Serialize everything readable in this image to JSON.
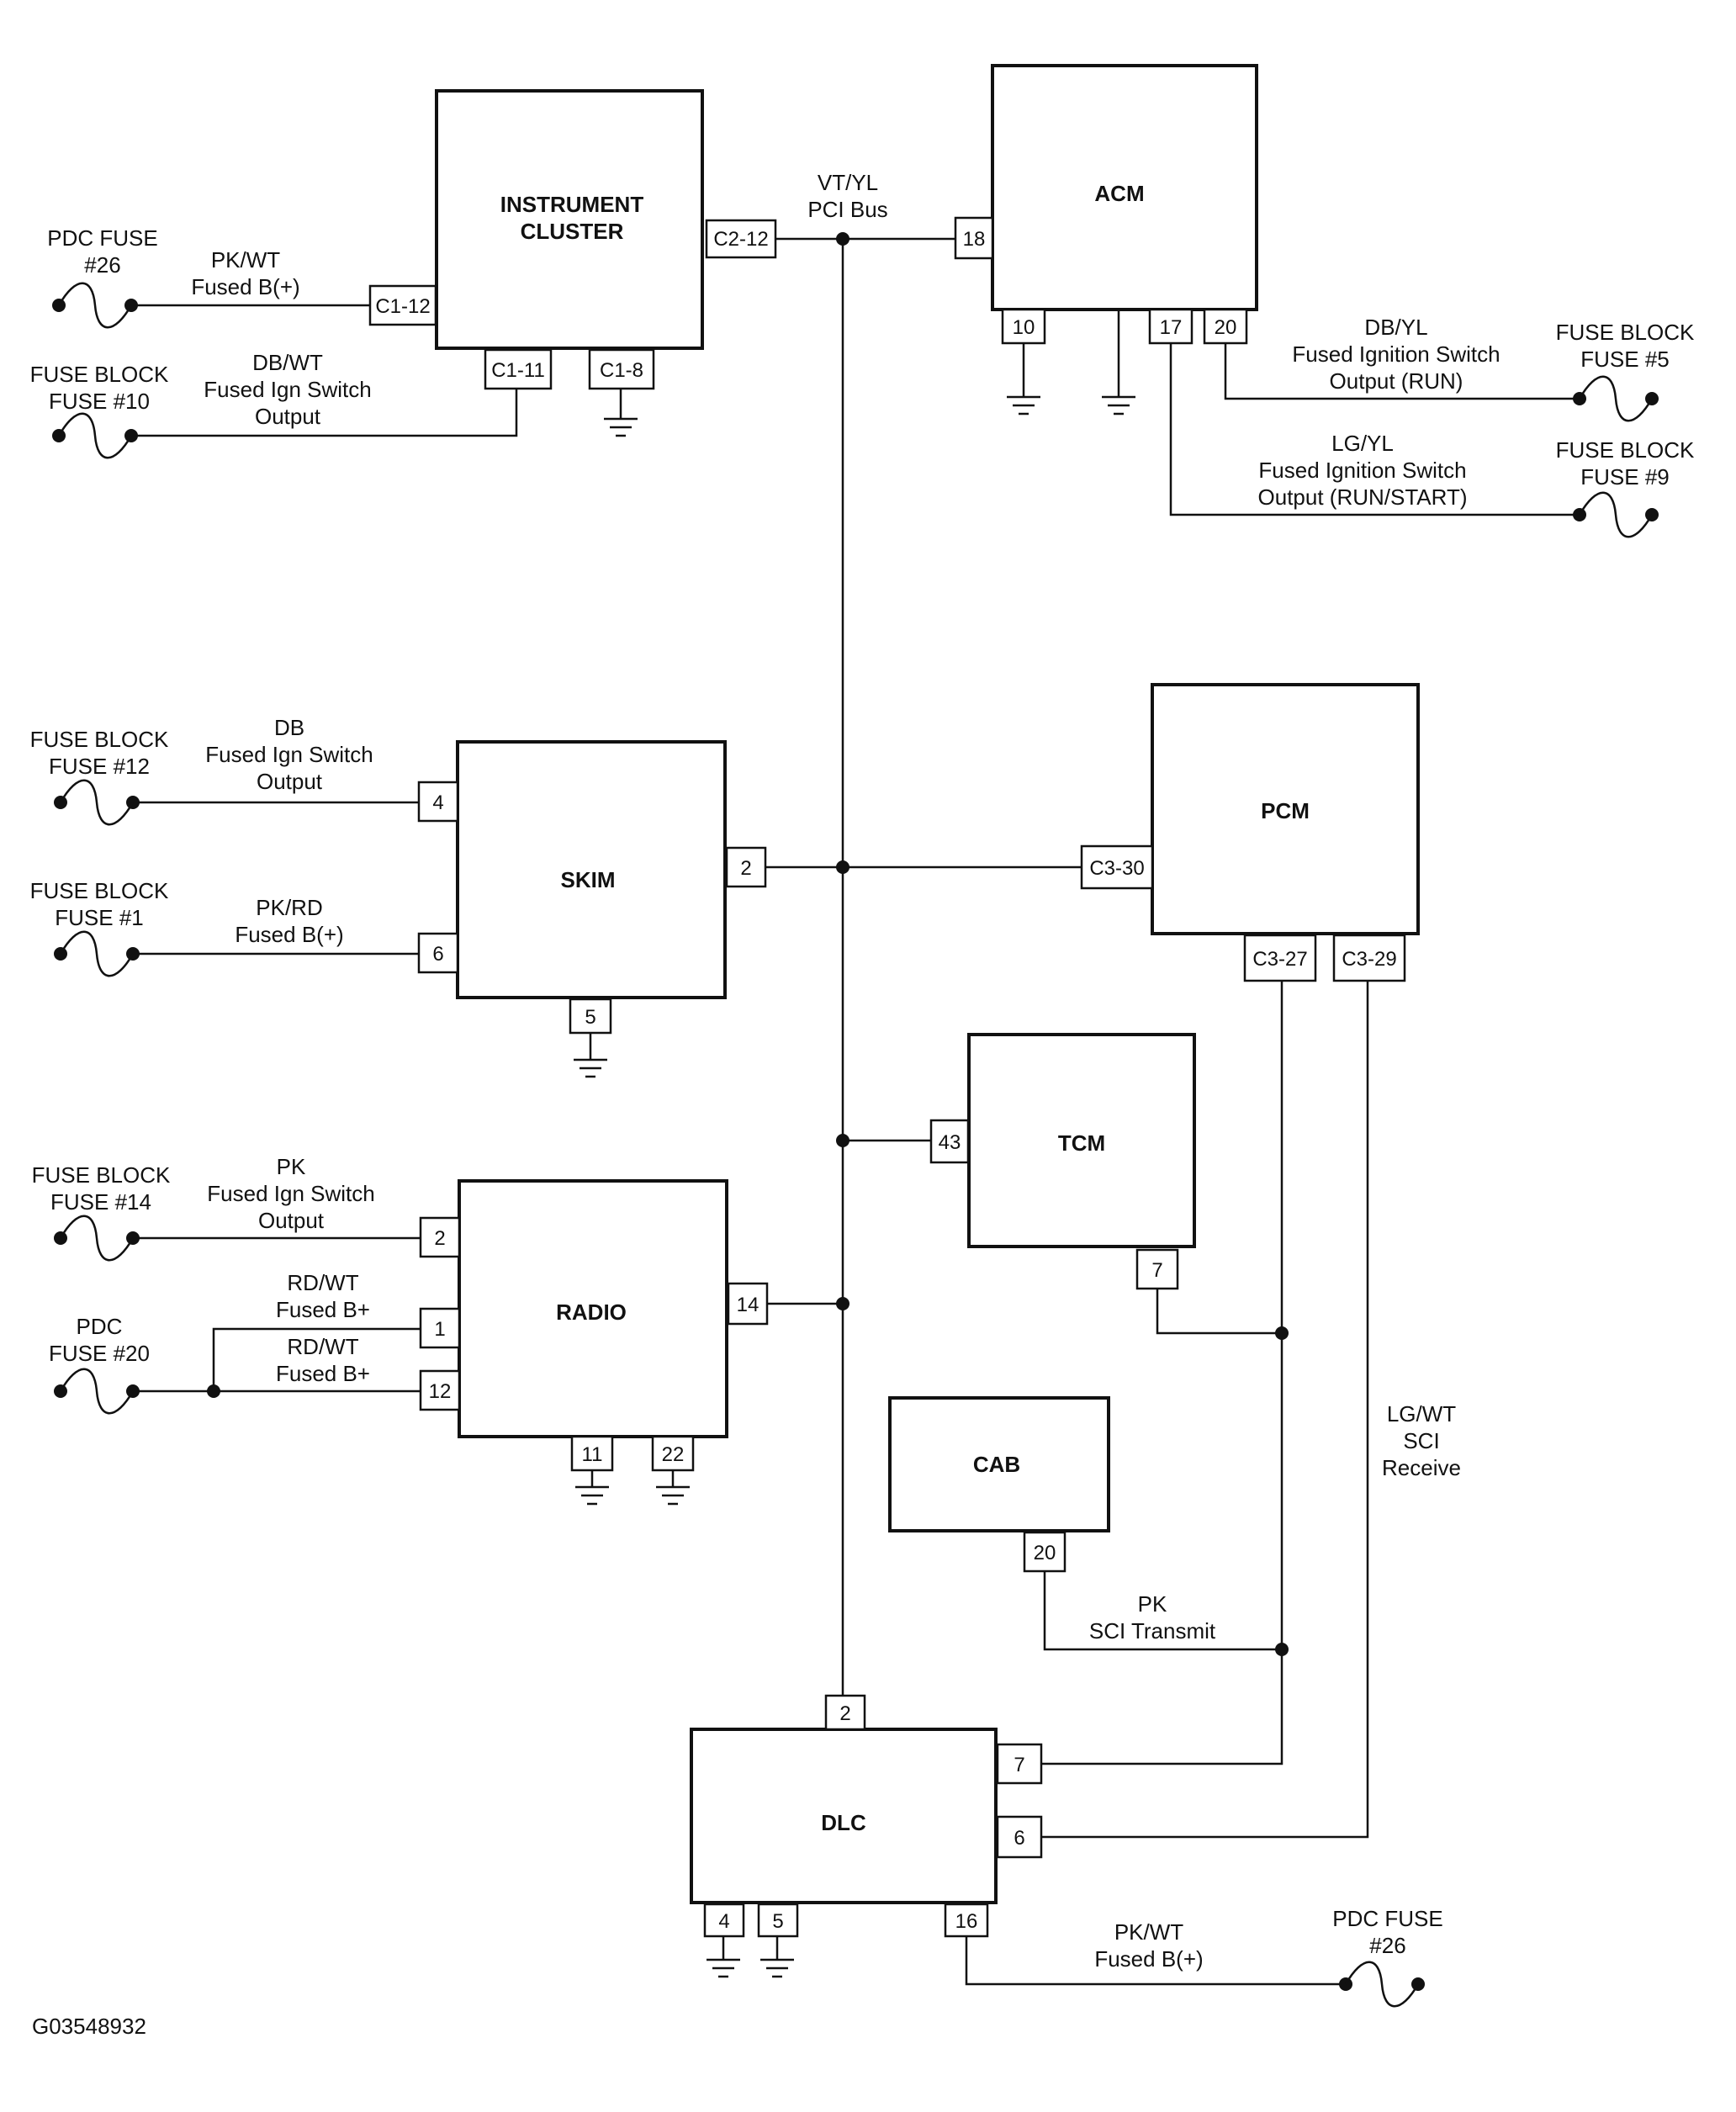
{
  "modules": {
    "instrument_cluster": {
      "line1": "INSTRUMENT",
      "line2": "CLUSTER"
    },
    "acm": "ACM",
    "skim": "SKIM",
    "pcm": "PCM",
    "tcm": "TCM",
    "radio": "RADIO",
    "cab": "CAB",
    "dlc": "DLC"
  },
  "pins": {
    "ic_c2_12": "C2-12",
    "ic_c1_12": "C1-12",
    "ic_c1_11": "C1-11",
    "ic_c1_8": "C1-8",
    "acm_18": "18",
    "acm_10": "10",
    "acm_17": "17",
    "acm_20": "20",
    "skim_4": "4",
    "skim_6": "6",
    "skim_2": "2",
    "skim_5": "5",
    "pcm_c3_30": "C3-30",
    "pcm_c3_27": "C3-27",
    "pcm_c3_29": "C3-29",
    "tcm_43": "43",
    "tcm_7": "7",
    "radio_2": "2",
    "radio_1": "1",
    "radio_12": "12",
    "radio_14": "14",
    "radio_11": "11",
    "radio_22": "22",
    "cab_20": "20",
    "dlc_2": "2",
    "dlc_7": "7",
    "dlc_6": "6",
    "dlc_4": "4",
    "dlc_5": "5",
    "dlc_16": "16"
  },
  "fuses": {
    "pdc26_top": [
      "PDC FUSE",
      "#26"
    ],
    "fb10": [
      "FUSE BLOCK",
      "FUSE #10"
    ],
    "fb5": [
      "FUSE BLOCK",
      "FUSE #5"
    ],
    "fb9": [
      "FUSE BLOCK",
      "FUSE #9"
    ],
    "fb12": [
      "FUSE BLOCK",
      "FUSE #12"
    ],
    "fb1": [
      "FUSE BLOCK",
      "FUSE #1"
    ],
    "fb14": [
      "FUSE BLOCK",
      "FUSE #14"
    ],
    "pdc20": [
      "PDC",
      "FUSE #20"
    ],
    "pdc26_bottom": [
      "PDC FUSE",
      "#26"
    ]
  },
  "wires": {
    "pci_bus": [
      "VT/YL",
      "PCI Bus"
    ],
    "ic_b_plus": [
      "PK/WT",
      "Fused B(+)"
    ],
    "ic_ign": [
      "DB/WT",
      "Fused Ign Switch",
      "Output"
    ],
    "acm_run": [
      "DB/YL",
      "Fused Ignition Switch",
      "Output (RUN)"
    ],
    "acm_run_start": [
      "LG/YL",
      "Fused Ignition Switch",
      "Output (RUN/START)"
    ],
    "skim_ign": [
      "DB",
      "Fused Ign Switch",
      "Output"
    ],
    "skim_b_plus": [
      "PK/RD",
      "Fused B(+)"
    ],
    "radio_ign": [
      "PK",
      "Fused Ign Switch",
      "Output"
    ],
    "radio_b1": [
      "RD/WT",
      "Fused B+"
    ],
    "radio_b12": [
      "RD/WT",
      "Fused B+"
    ],
    "sci_receive": [
      "LG/WT",
      "SCI",
      "Receive"
    ],
    "sci_transmit": [
      "PK",
      "SCI Transmit"
    ],
    "dlc_b_plus": [
      "PK/WT",
      "Fused B(+)"
    ]
  },
  "figure_id": "G03548932"
}
